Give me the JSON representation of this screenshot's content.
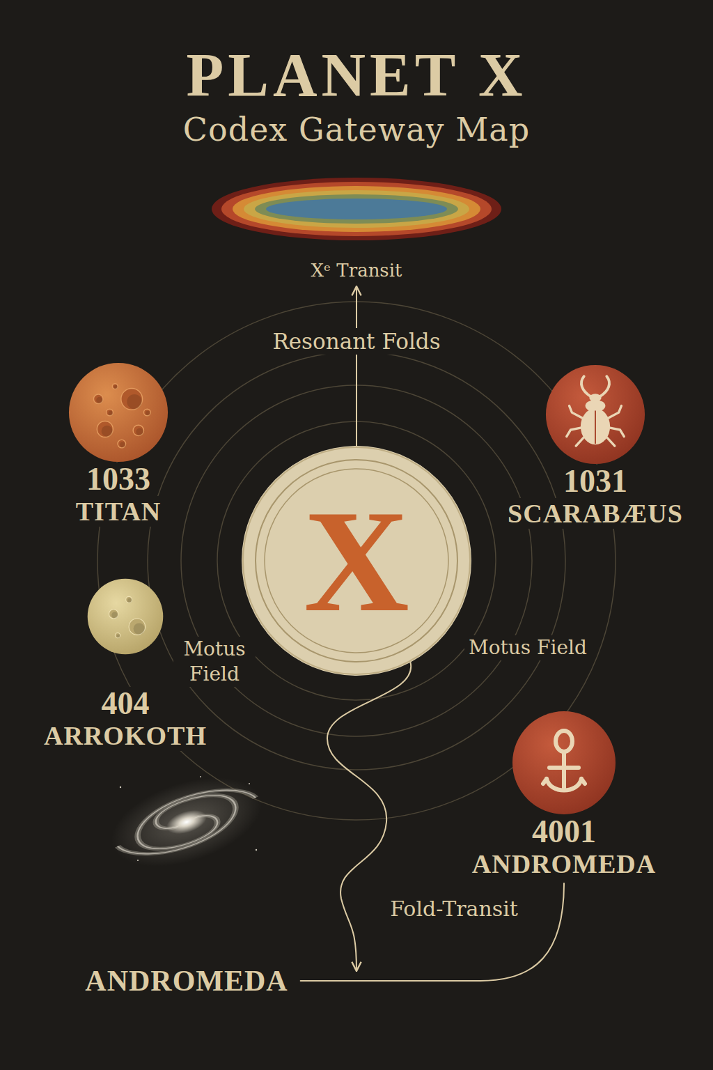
{
  "diagram": {
    "title": "PLANET X",
    "nodes": [
      {
        "text": [
          "Xᵉ Transit"
        ]
      },
      {
        "text": [
          "1033",
          "TITAN"
        ]
      },
      {
        "text": [
          "1031",
          "SCARABÆUS"
        ]
      },
      {
        "text": [
          "X"
        ]
      },
      {
        "text": [
          "404",
          "ARROKOTH"
        ]
      },
      {
        "text": [
          "4001",
          "ANDROMEDA"
        ]
      },
      {
        "text": [
          "ANDROMEDA"
        ]
      }
    ],
    "edges": [
      {
        "from": 3,
        "to": 0,
        "arrow": "to",
        "label": "Resonant Folds"
      },
      {
        "from": 3,
        "to": 6,
        "arrow": "to",
        "label": "Fold-Transit"
      },
      {
        "from": 5,
        "to": 6,
        "arrow": "none"
      }
    ],
    "labels": [
      "Codex Gateway Map",
      "Motus Field",
      "Motus Field"
    ]
  }
}
